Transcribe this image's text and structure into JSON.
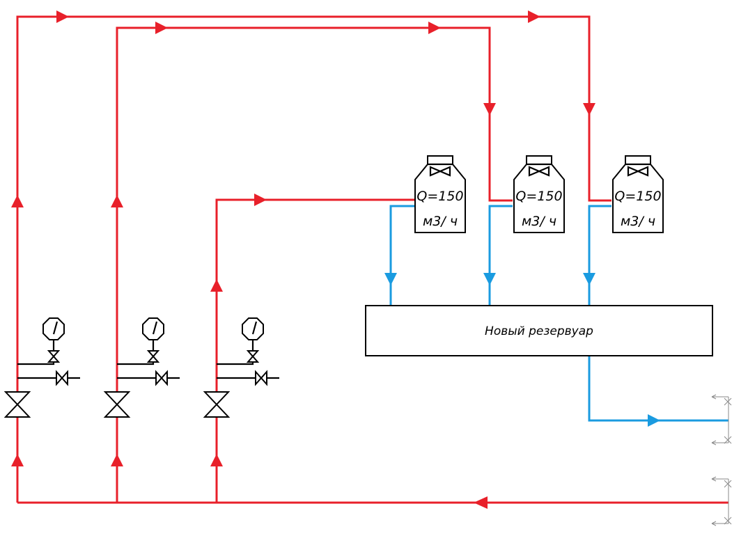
{
  "tank": {
    "label": "Новый резервуар"
  },
  "coolers": [
    {
      "flow_label": "Q=150",
      "unit_label": "м3/ ч"
    },
    {
      "flow_label": "Q=150",
      "unit_label": "м3/ ч"
    },
    {
      "flow_label": "Q=150",
      "unit_label": "м3/ ч"
    }
  ],
  "colors": {
    "hot_line": "#e8202a",
    "cold_line": "#1a9be0",
    "equipment": "#000000"
  }
}
